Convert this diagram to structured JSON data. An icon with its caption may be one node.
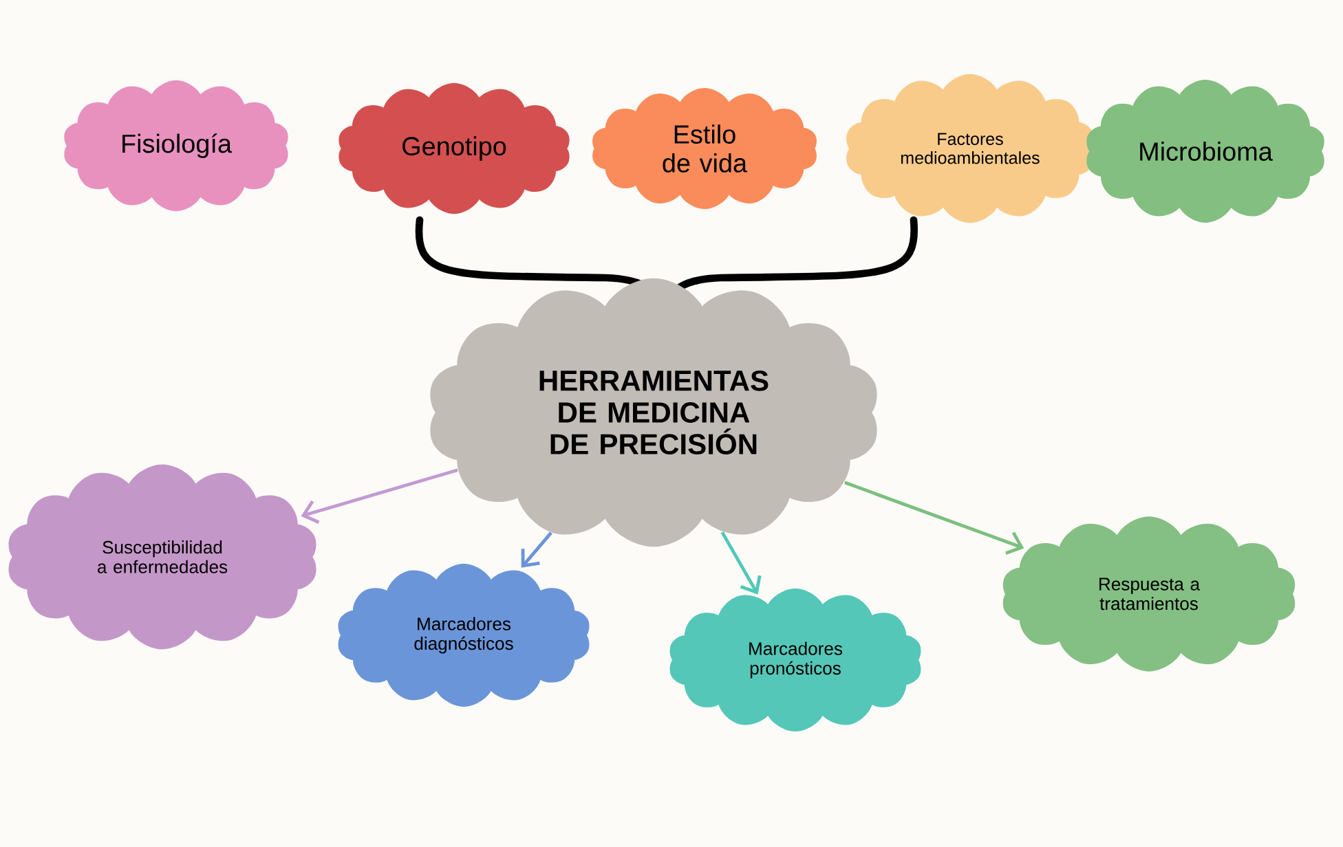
{
  "diagram": {
    "nodes": [
      {
        "text": [
          "Fisiología"
        ]
      },
      {
        "text": [
          "Genotipo"
        ]
      },
      {
        "text": [
          "Estilo de vida"
        ]
      },
      {
        "text": [
          "Factores medioambientales"
        ]
      },
      {
        "text": [
          "Microbioma"
        ]
      },
      {
        "text": [
          "HERRAMIENTAS DE MEDICINA DE PRECISIÓN"
        ]
      },
      {
        "text": [
          "Susceptibilidad a enfermedades"
        ]
      },
      {
        "text": [
          "Marcadores diagnósticos"
        ]
      },
      {
        "text": [
          "Marcadores pronósticos"
        ]
      },
      {
        "text": [
          "Respuesta a tratamientos"
        ]
      }
    ],
    "edges": [
      {
        "from": 5,
        "to": 6,
        "arrow": "to",
        "color": "#c39ad3"
      },
      {
        "from": 5,
        "to": 7,
        "arrow": "to",
        "color": "#6b93d8"
      },
      {
        "from": 5,
        "to": 8,
        "arrow": "to",
        "color": "#50c8b8"
      },
      {
        "from": 5,
        "to": 9,
        "arrow": "to",
        "color": "#7cbf7f"
      }
    ]
  }
}
